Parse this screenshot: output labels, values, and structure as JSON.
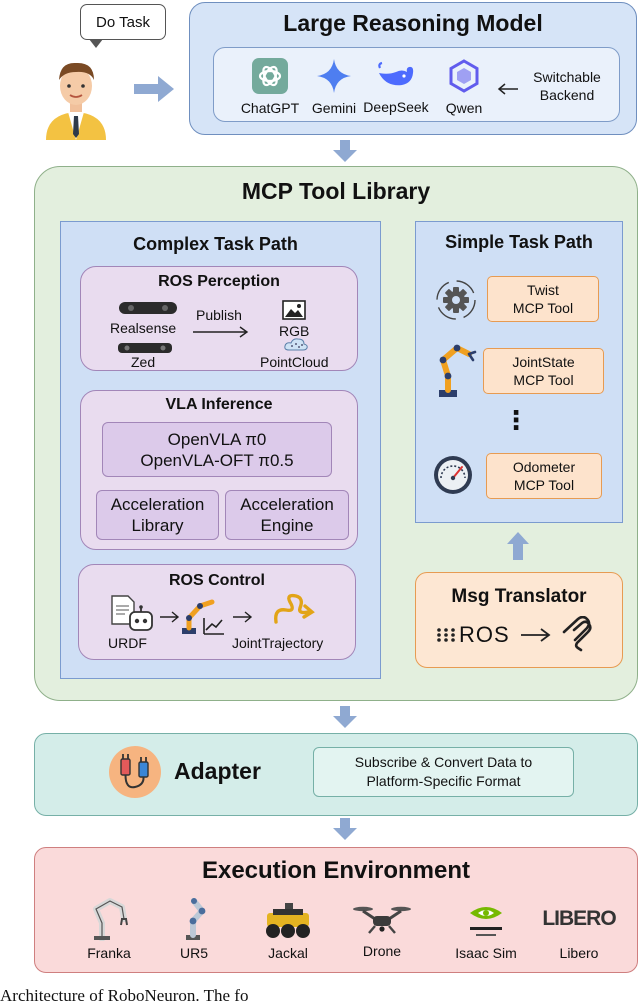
{
  "user": {
    "bubble": "Do Task"
  },
  "lrm": {
    "title": "Large Reasoning Model",
    "models": [
      "ChatGPT",
      "Gemini",
      "DeepSeek",
      "Qwen"
    ],
    "switch_line1": "Switchable",
    "switch_line2": "Backend"
  },
  "mcp": {
    "title": "MCP Tool Library",
    "complex": {
      "title": "Complex Task Path",
      "perception": {
        "title": "ROS Perception",
        "sensor1": "Realsense",
        "sensor2": "Zed",
        "publish": "Publish",
        "out1": "RGB",
        "out2": "PointCloud"
      },
      "vla": {
        "title": "VLA Inference",
        "model_line1": "OpenVLA  π0",
        "model_line2": "OpenVLA-OFT  π0.5",
        "acc1_line1": "Acceleration",
        "acc1_line2": "Library",
        "acc2_line1": "Acceleration",
        "acc2_line2": "Engine"
      },
      "control": {
        "title": "ROS Control",
        "urdf": "URDF",
        "joint": "JointTrajectory"
      }
    },
    "simple": {
      "title": "Simple Task Path",
      "tools": [
        {
          "line1": "Twist",
          "line2": "MCP Tool"
        },
        {
          "line1": "JointState",
          "line2": "MCP Tool"
        },
        {
          "line1": "Odometer",
          "line2": "MCP Tool"
        }
      ],
      "ellipsis": "⋮"
    },
    "translator": {
      "title": "Msg Translator",
      "ros": "ROS"
    }
  },
  "adapter": {
    "title": "Adapter",
    "desc_line1": "Subscribe & Convert Data to",
    "desc_line2": "Platform-Specific Format"
  },
  "execution": {
    "title": "Execution Environment",
    "platforms": [
      "Franka",
      "UR5",
      "Jackal",
      "Drone",
      "Isaac Sim",
      "Libero"
    ],
    "libero_logo": "LIBERO"
  },
  "caption": "Architecture of RoboNeuron. The fo"
}
